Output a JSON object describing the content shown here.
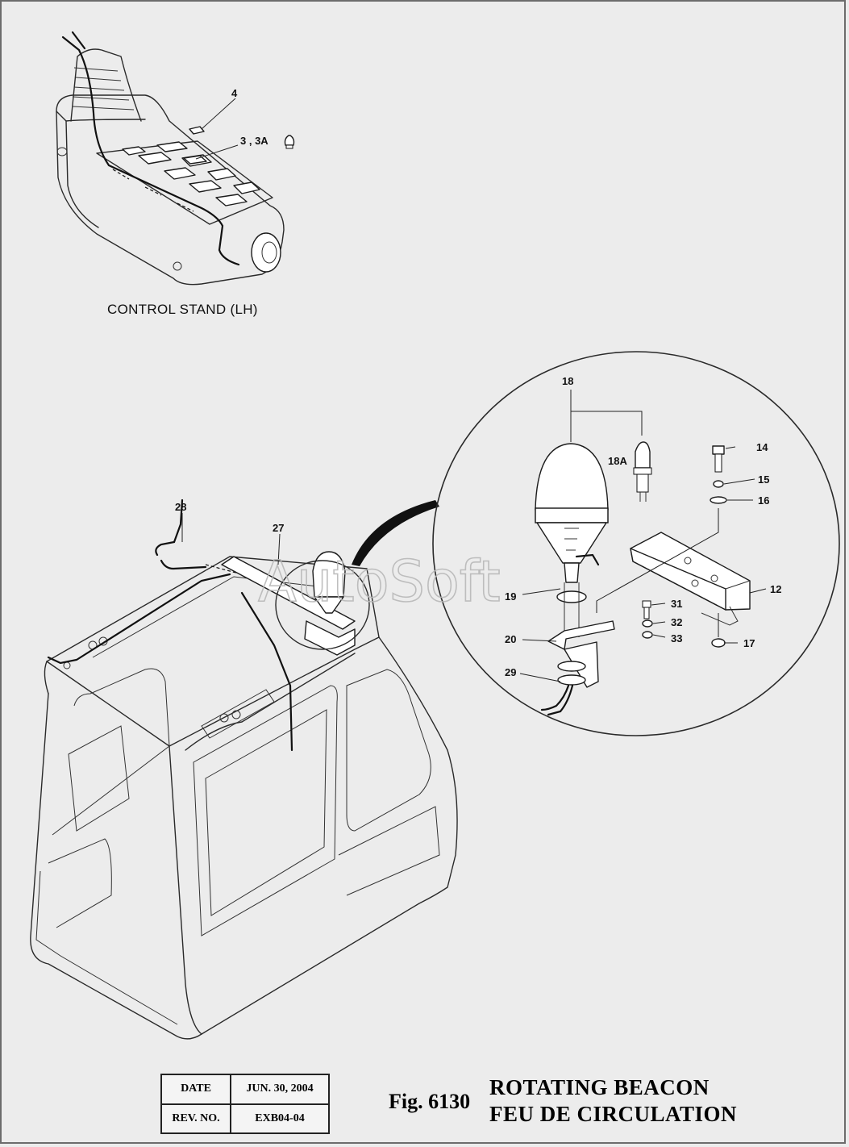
{
  "control_stand": {
    "caption": "CONTROL STAND (LH)",
    "callouts": [
      {
        "id": "c4",
        "label": "4"
      },
      {
        "id": "c3",
        "label": "3 , 3A"
      }
    ]
  },
  "detail": {
    "callouts": [
      "18",
      "18A",
      "14",
      "15",
      "16",
      "12",
      "19",
      "31",
      "32",
      "33",
      "17",
      "20",
      "29"
    ]
  },
  "cab": {
    "callouts": [
      "28",
      "27"
    ]
  },
  "watermark": "AutoSoft",
  "revision_table": {
    "date_label": "DATE",
    "date_value": "JUN. 30, 2004",
    "rev_label": "REV. NO.",
    "rev_value": "EXB04-04"
  },
  "figure": {
    "number": "Fig. 6130",
    "title_en": "ROTATING BEACON",
    "title_fr": "FEU DE CIRCULATION"
  }
}
